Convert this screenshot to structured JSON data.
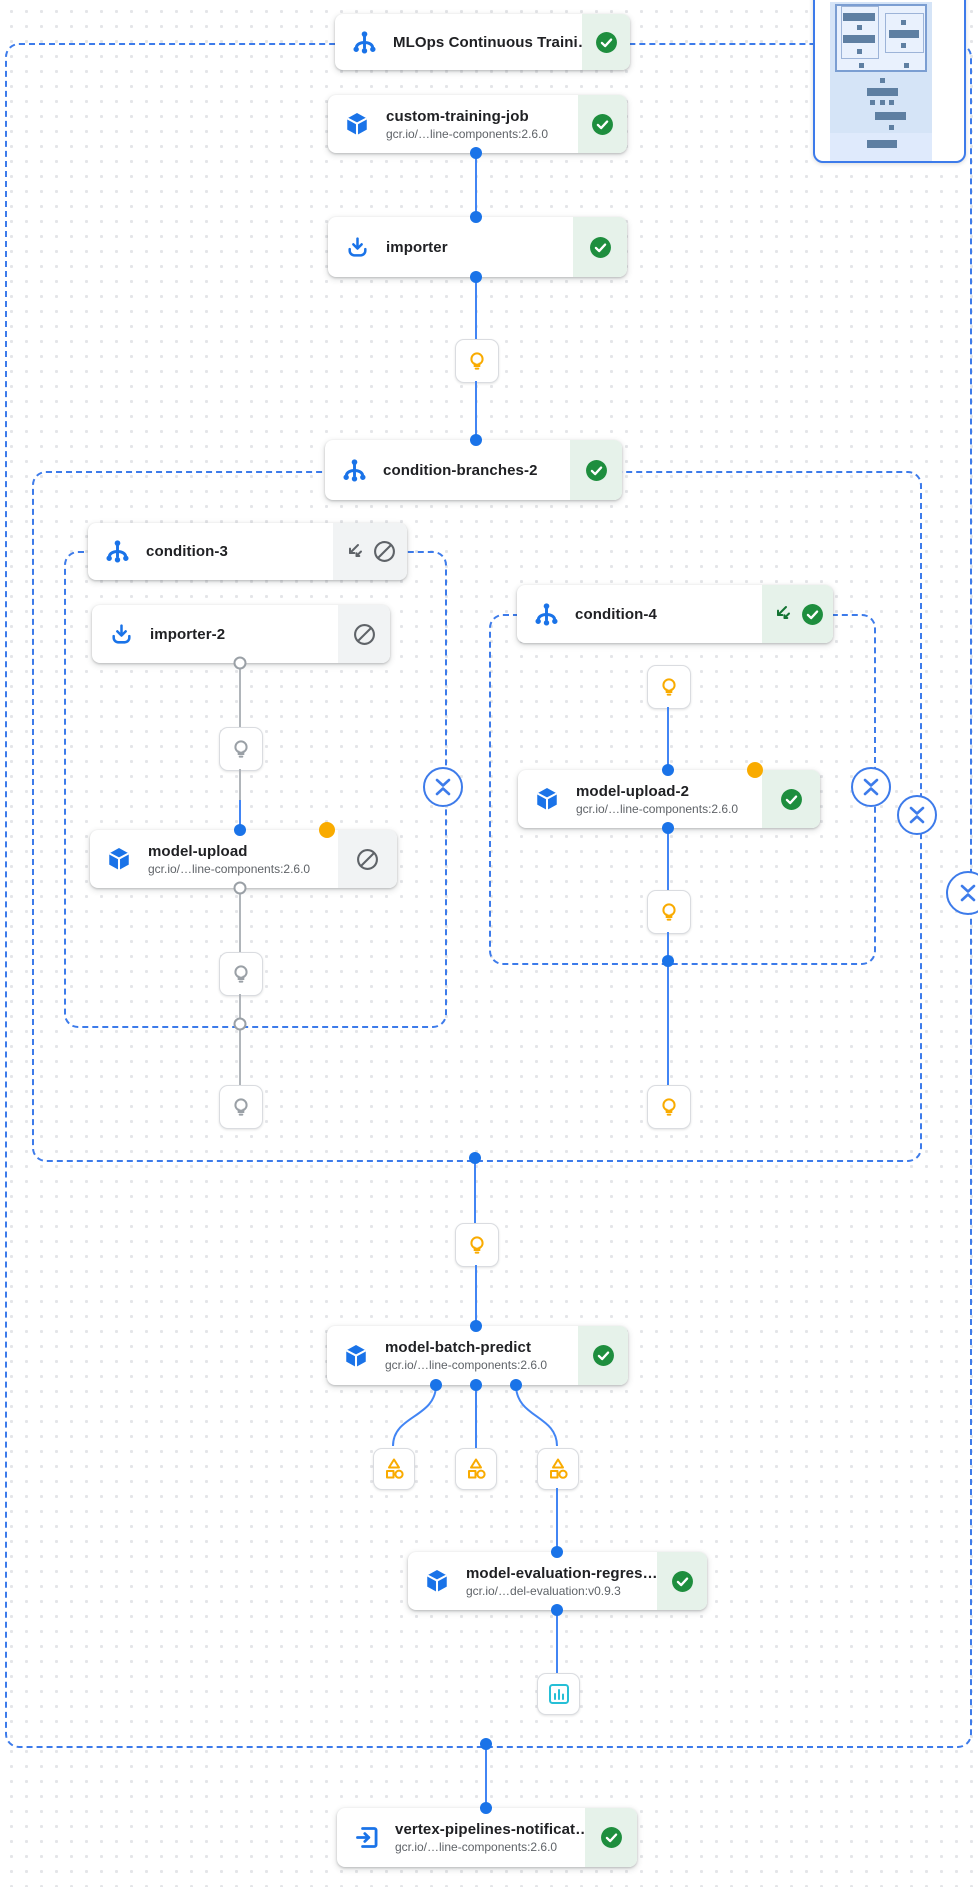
{
  "pipeline": {
    "nodes": {
      "mlops": {
        "title": "MLOps Continuous Traini…",
        "status": "succeeded"
      },
      "ctj": {
        "title": "custom-training-job",
        "subtitle": "gcr.io/…line-components:2.6.0",
        "status": "succeeded"
      },
      "importer": {
        "title": "importer",
        "status": "succeeded"
      },
      "branches": {
        "title": "condition-branches-2",
        "status": "succeeded"
      },
      "cond3": {
        "title": "condition-3",
        "status": "skipped"
      },
      "imp2": {
        "title": "importer-2",
        "status": "skipped"
      },
      "upload": {
        "title": "model-upload",
        "subtitle": "gcr.io/…line-components:2.6.0",
        "status": "skipped"
      },
      "cond4": {
        "title": "condition-4",
        "status": "succeeded"
      },
      "upload2": {
        "title": "model-upload-2",
        "subtitle": "gcr.io/…line-components:2.6.0",
        "status": "succeeded"
      },
      "batch": {
        "title": "model-batch-predict",
        "subtitle": "gcr.io/…line-components:2.6.0",
        "status": "succeeded"
      },
      "eval": {
        "title": "model-evaluation-regres…",
        "subtitle": "gcr.io/…del-evaluation:v0.9.3",
        "status": "succeeded"
      },
      "vertex": {
        "title": "vertex-pipelines-notificat…",
        "subtitle": "gcr.io/…line-components:2.6.0",
        "status": "succeeded"
      }
    },
    "colors": {
      "accent_blue": "#1a73e8",
      "edge_blue": "#4285f4",
      "dashed_border_blue": "#3d7bea",
      "success_green": "#1e8e3e",
      "success_bg": "#e6f2ea",
      "skipped_bg": "#f1f3f4",
      "skipped_gray": "#5f6368",
      "skipped_edge_gray": "#a8adb3",
      "pending_orange": "#f9ab00",
      "metrics_cyan": "#26bfd6"
    }
  }
}
